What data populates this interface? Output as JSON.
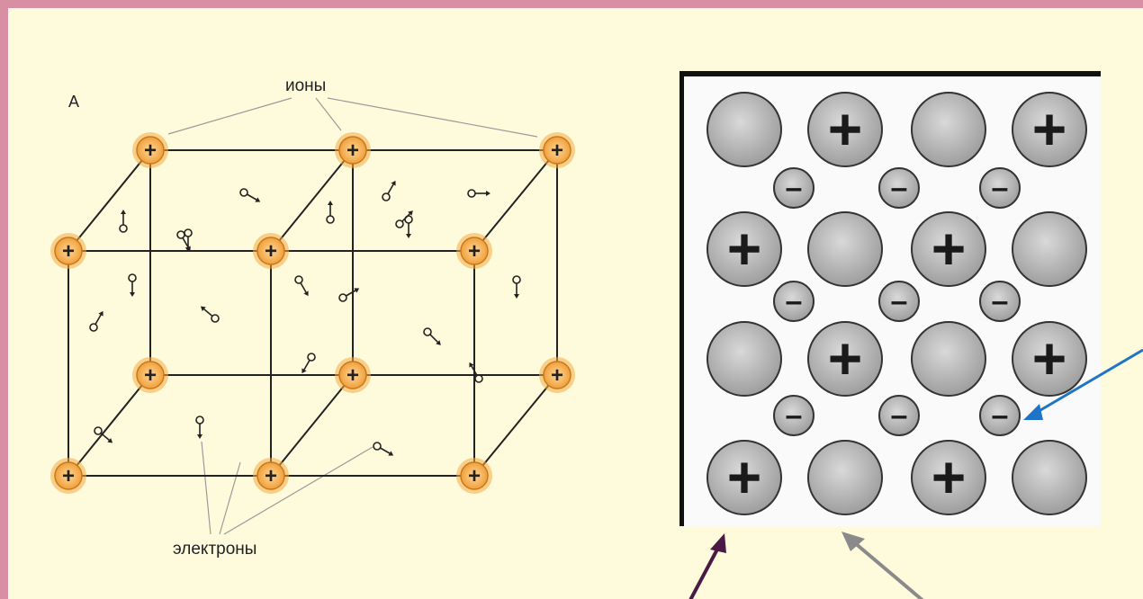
{
  "lattice": {
    "panel_letter": "А",
    "ions_label": "ионы",
    "electrons_label": "электроны",
    "ion_sign": "+"
  },
  "ionic": {
    "positive_sign": "+",
    "negative_sign": "–"
  },
  "colors": {
    "background": "#fdfbdc",
    "border": "#d98fa3",
    "ion_fill": "#f5a942",
    "arrow_blue": "#1f74c8",
    "arrow_purple": "#4a1a44",
    "arrow_gray": "#8a8a8a"
  }
}
